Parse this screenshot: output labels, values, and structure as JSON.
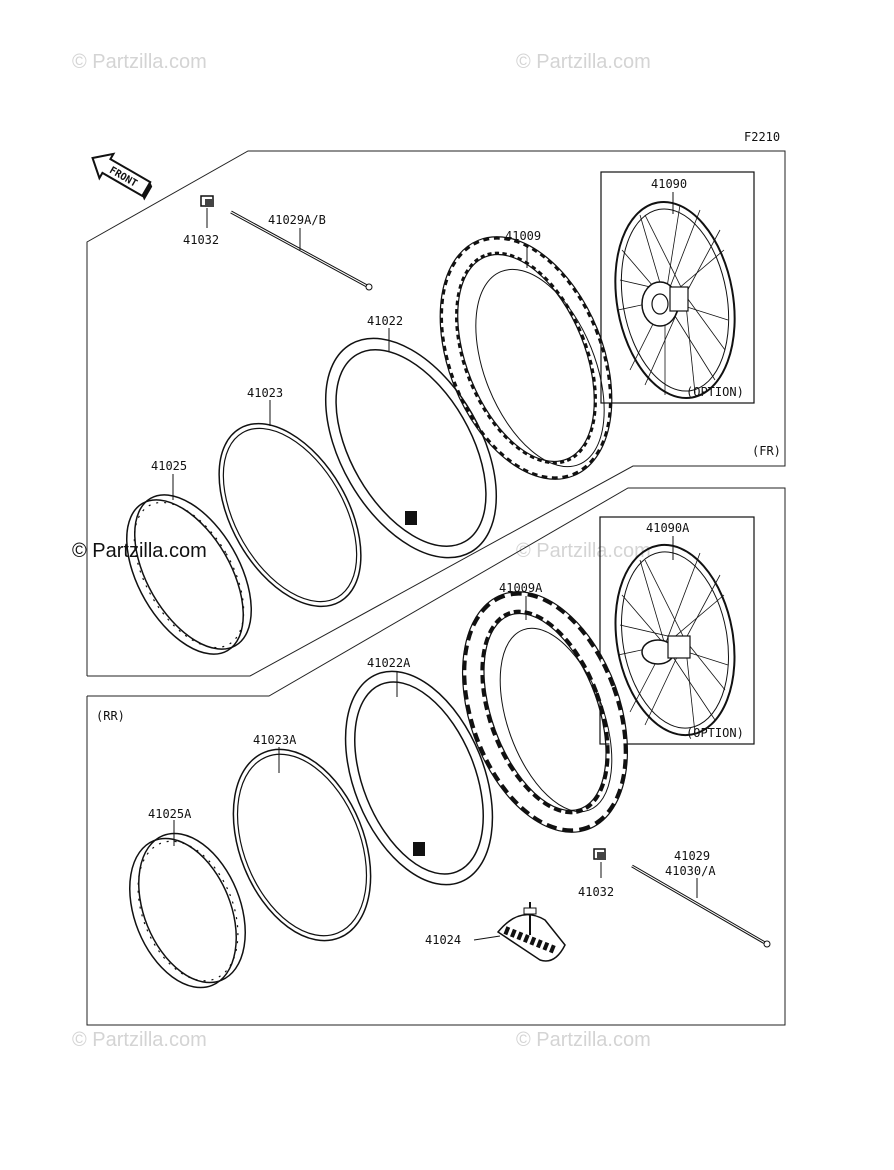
{
  "diagram_code": "F2210",
  "front_arrow_label": "FRONT",
  "watermark": "© Partzilla.com",
  "front_section": {
    "tag": "(FR)",
    "option_label": "(OPTION)",
    "parts": {
      "valve_cap": "41032",
      "spoke": "41029A/B",
      "tire": "41009",
      "wheel_assy": "41090",
      "tube": "41022",
      "rim_band": "41023",
      "rim": "41025"
    }
  },
  "rear_section": {
    "tag": "(RR)",
    "option_label": "(OPTION)",
    "parts": {
      "wheel_assy": "41090A",
      "tire": "41009A",
      "tube": "41022A",
      "rim_band": "41023A",
      "rim": "41025A",
      "valve_cap": "41032",
      "spoke_line1": "41029",
      "spoke_line2": "41030/A",
      "bead_stopper": "41024"
    }
  }
}
